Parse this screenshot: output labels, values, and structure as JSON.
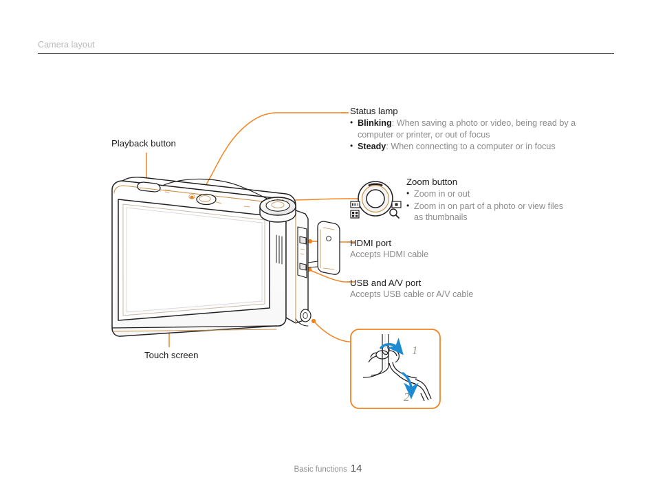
{
  "header": {
    "title": "Camera layout"
  },
  "footer": {
    "section": "Basic functions",
    "page": "14"
  },
  "colors": {
    "accent_orange": "#F0821E",
    "leader_orange": "#F58220",
    "arrow_blue": "#1C8BD4",
    "text_dark": "#1C1C1C",
    "text_gray": "#8C8C8C",
    "header_gray": "#B9B9B9",
    "outline_dark": "#231F20",
    "outline_warm": "#C8924A"
  },
  "callouts": {
    "status_lamp": {
      "title": "Status lamp",
      "items": [
        {
          "lead": "Blinking",
          "sep": ": ",
          "text": "When saving a photo or video, being read by a",
          "text2": "computer or printer, or out of focus"
        },
        {
          "lead": "Steady",
          "sep": ": ",
          "text": "When connecting to a computer or in focus",
          "text2": ""
        }
      ]
    },
    "zoom_button": {
      "title": "Zoom button",
      "items": [
        {
          "lead": "",
          "sep": "",
          "text": "Zoom in or out",
          "text2": ""
        },
        {
          "lead": "",
          "sep": "",
          "text": "Zoom in on part of a photo or view files",
          "text2": "as thumbnails"
        }
      ]
    },
    "hdmi_port": {
      "title": "HDMI port",
      "desc": "Accepts HDMI cable"
    },
    "usb_av_port": {
      "title": "USB and A/V port",
      "desc": "Accepts USB cable or A/V cable"
    },
    "playback_button": {
      "title": "Playback button"
    },
    "touch_screen": {
      "title": "Touch screen"
    }
  },
  "diagram": {
    "camera": {
      "name": "digital-camera-rear-three-quarter-view",
      "parts": [
        "touch-screen",
        "playback-button",
        "status-lamp",
        "shutter-button",
        "zoom-button-dial",
        "power-button",
        "speaker-grille",
        "port-door",
        "hdmi-port",
        "usb-av-port",
        "strap-eyelet"
      ]
    },
    "zoom_dial_icons": {
      "wide": "wide-angle-icon",
      "tele": "telephoto-icon",
      "thumbnail": "thumbnail-grid-icon",
      "magnify": "magnifier-icon"
    },
    "strap_inset": {
      "name": "strap-attachment-instructions",
      "steps": [
        "1",
        "2"
      ]
    }
  }
}
